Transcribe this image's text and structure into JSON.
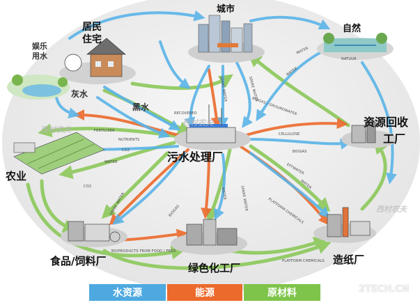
{
  "nodes": {
    "city": "城市",
    "nature": "自然",
    "residential_line1": "居民",
    "residential_line2": "住宅",
    "recreation_line1": "娱乐",
    "recreation_line2": "用水",
    "greywater": "灰水",
    "blackwater": "黑水",
    "wastewater_plant": "污水处理厂",
    "recovery_line1": "资源回收",
    "recovery_line2": "工厂",
    "agriculture": "农业",
    "food_feed": "食品/饲料厂",
    "green_chem": "绿色化工厂",
    "paper": "造纸厂"
  },
  "flow_labels": {
    "water_top": "WATER",
    "water_top2": "WATER",
    "rainwater": "RAINWATER",
    "spare_water1": "SPARE WATER",
    "spare_water2": "SPARE WATER",
    "biogas_grey": "BIOGAS / GROUNDWATER",
    "recovered": "RECOVERED",
    "fertiliser": "FERTILISER",
    "nutrients": "NUTRIENTS",
    "cellulose": "CELLULOSE",
    "co2_1": "CO2",
    "co2_2": "CO2",
    "water_left": "WATER",
    "biogas_right": "BIOGAS",
    "effwater": "EFFWATER",
    "water_mid": "WATER",
    "spare_mid": "SPARE WATER",
    "biogas_food": "BIOGAS",
    "water_green": "WATER",
    "spare_green": "SPARE WATER",
    "platform_chem": "PLATFORM CHEMICALS",
    "platform_chem2": "PLATFORM CHEMICALS",
    "food_bottom": "BIOPRODUCTS FROM FOOD / FEED",
    "nature_label": "NATUUR"
  },
  "watermarks": [
    "西村农夫",
    "西村农夫",
    "西村农夫"
  ],
  "site_watermark": "2TECH.CN",
  "legend": [
    {
      "label": "水资源",
      "color": "#4ea9e0"
    },
    {
      "label": "能源",
      "color": "#ec6a2c"
    },
    {
      "label": "原材料",
      "color": "#7ec44a"
    }
  ]
}
